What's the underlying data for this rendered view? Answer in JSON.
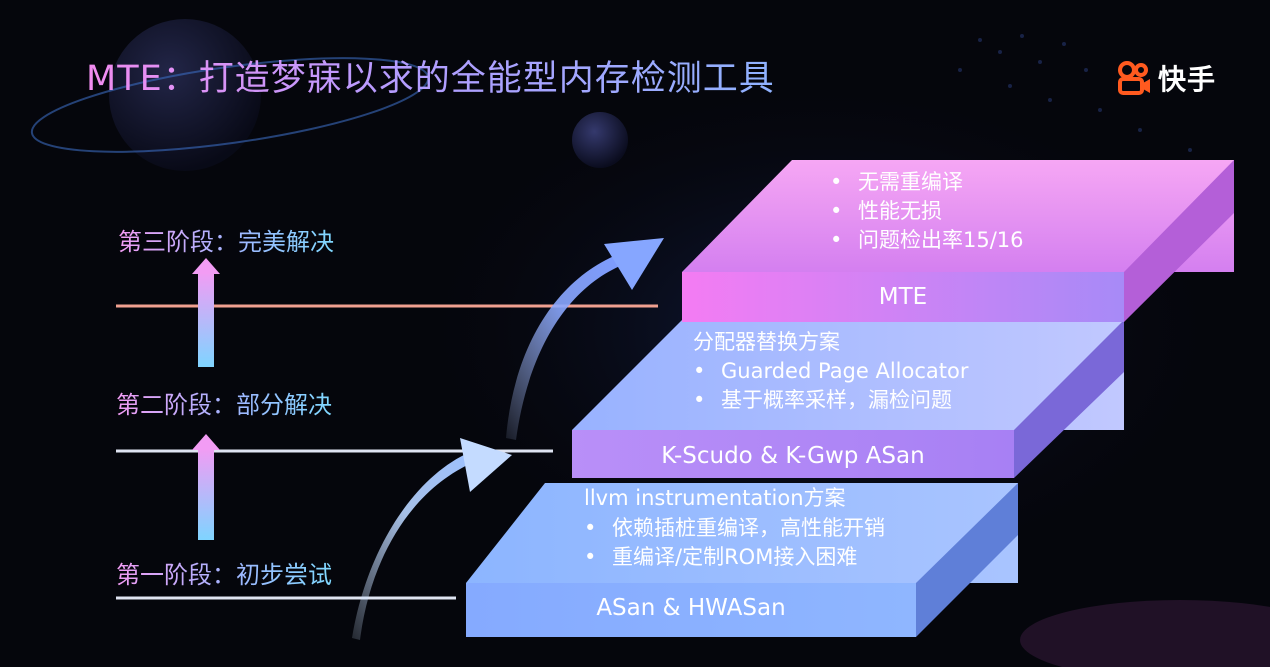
{
  "title": "MTE：打造梦寐以求的全能型内存检测工具",
  "brand": {
    "name": "快手",
    "icon": "kuaishou-logo-icon",
    "color": "#ff5a1f"
  },
  "stages": [
    {
      "label": "第三阶段：完美解决"
    },
    {
      "label": "第二阶段：部分解决"
    },
    {
      "label": "第一阶段：初步尝试"
    }
  ],
  "tiers": [
    {
      "name": "ASan & HWASan",
      "heading": "llvm instrumentation方案",
      "bullets": [
        "依赖插桩重编译，高性能开销",
        "重编译/定制ROM接入困难"
      ]
    },
    {
      "name": "K-Scudo & K-Gwp ASan",
      "heading": "分配器替换方案",
      "bullets": [
        "Guarded Page Allocator",
        "基于概率采样，漏检问题"
      ]
    },
    {
      "name": "MTE",
      "heading": "",
      "bullets": [
        "无需重编译",
        "性能无损",
        "问题检出率15/16"
      ]
    }
  ],
  "bullet_char": "•",
  "colors": {
    "stage_line_top": "#f0a090",
    "stage_line": "#dfe4f2",
    "accent_pink": "#f07ef0",
    "accent_blue": "#8fa6ff"
  }
}
